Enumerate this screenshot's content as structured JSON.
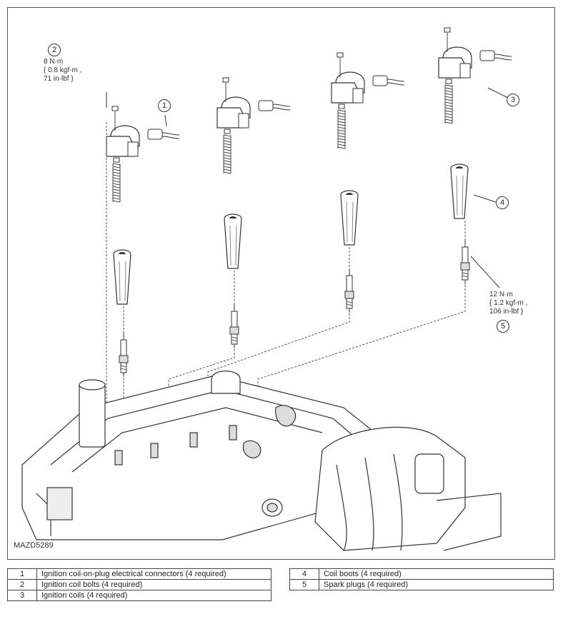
{
  "figure": {
    "id_label": "MAZD5289",
    "torque_bolts": {
      "line1": "8 N·m",
      "line2": "{ 0.8 kgf-m ,",
      "line3": "71 in-lbf }"
    },
    "torque_plugs": {
      "line1": "12 N·m",
      "line2": "{ 1.2 kgf-m ,",
      "line3": "106 in-lbf }"
    },
    "callouts": [
      "1",
      "2",
      "3",
      "4",
      "5"
    ]
  },
  "legend": {
    "left": [
      {
        "num": "1",
        "text": "Ignition coil-on-plug electrical connectors (4 required)"
      },
      {
        "num": "2",
        "text": "Ignition coil bolts (4 required)"
      },
      {
        "num": "3",
        "text": "Ignition coils (4 required)"
      }
    ],
    "right": [
      {
        "num": "4",
        "text": "Coil boots (4 required)"
      },
      {
        "num": "5",
        "text": "Spark plugs (4 required)"
      }
    ]
  }
}
